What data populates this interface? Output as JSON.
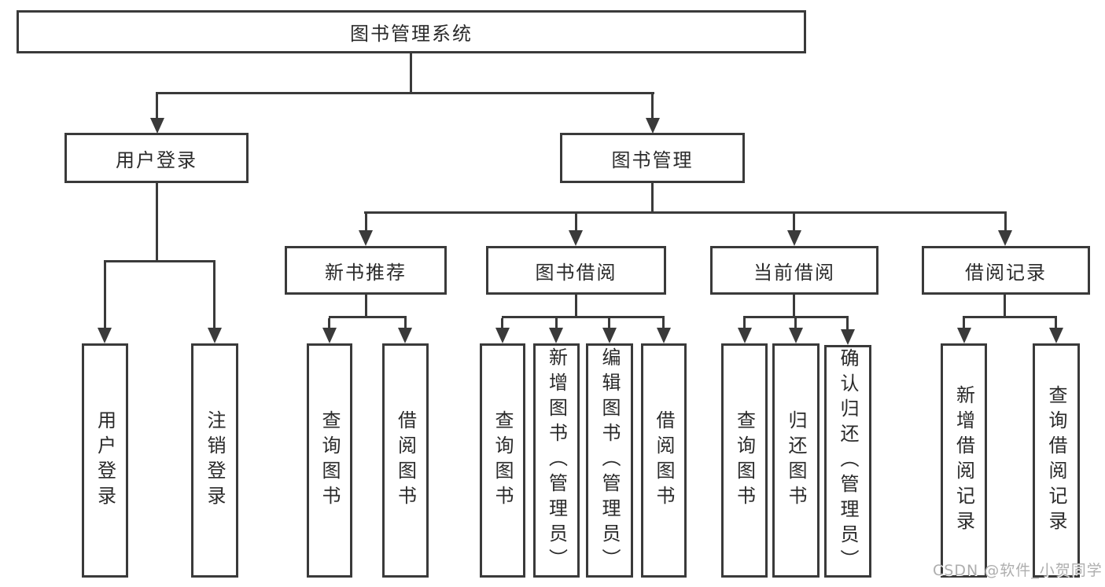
{
  "diagram": {
    "root": {
      "label": "图书管理系统"
    },
    "children": [
      {
        "label": "用户登录",
        "children": [
          {
            "label": "用户登录"
          },
          {
            "label": "注销登录"
          }
        ]
      },
      {
        "label": "图书管理",
        "children": [
          {
            "label": "新书推荐",
            "children": [
              {
                "label": "查询图书"
              },
              {
                "label": "借阅图书"
              }
            ]
          },
          {
            "label": "图书借阅",
            "children": [
              {
                "label": "查询图书"
              },
              {
                "label": "新增图书（管理员）"
              },
              {
                "label": "编辑图书（管理员）"
              },
              {
                "label": "借阅图书"
              }
            ]
          },
          {
            "label": "当前借阅",
            "children": [
              {
                "label": "查询图书"
              },
              {
                "label": "归还图书"
              },
              {
                "label": "确认归还（管理员）"
              }
            ]
          },
          {
            "label": "借阅记录",
            "children": [
              {
                "label": "新增借阅记录"
              },
              {
                "label": "查询借阅记录"
              }
            ]
          }
        ]
      }
    ]
  },
  "watermark": {
    "text": "CSDN @软件_小贺同学"
  },
  "colors": {
    "line": "#3a3a3a",
    "node_background": "#ffffff",
    "text": "#2a2a2a",
    "watermark": "#aeaeae"
  }
}
